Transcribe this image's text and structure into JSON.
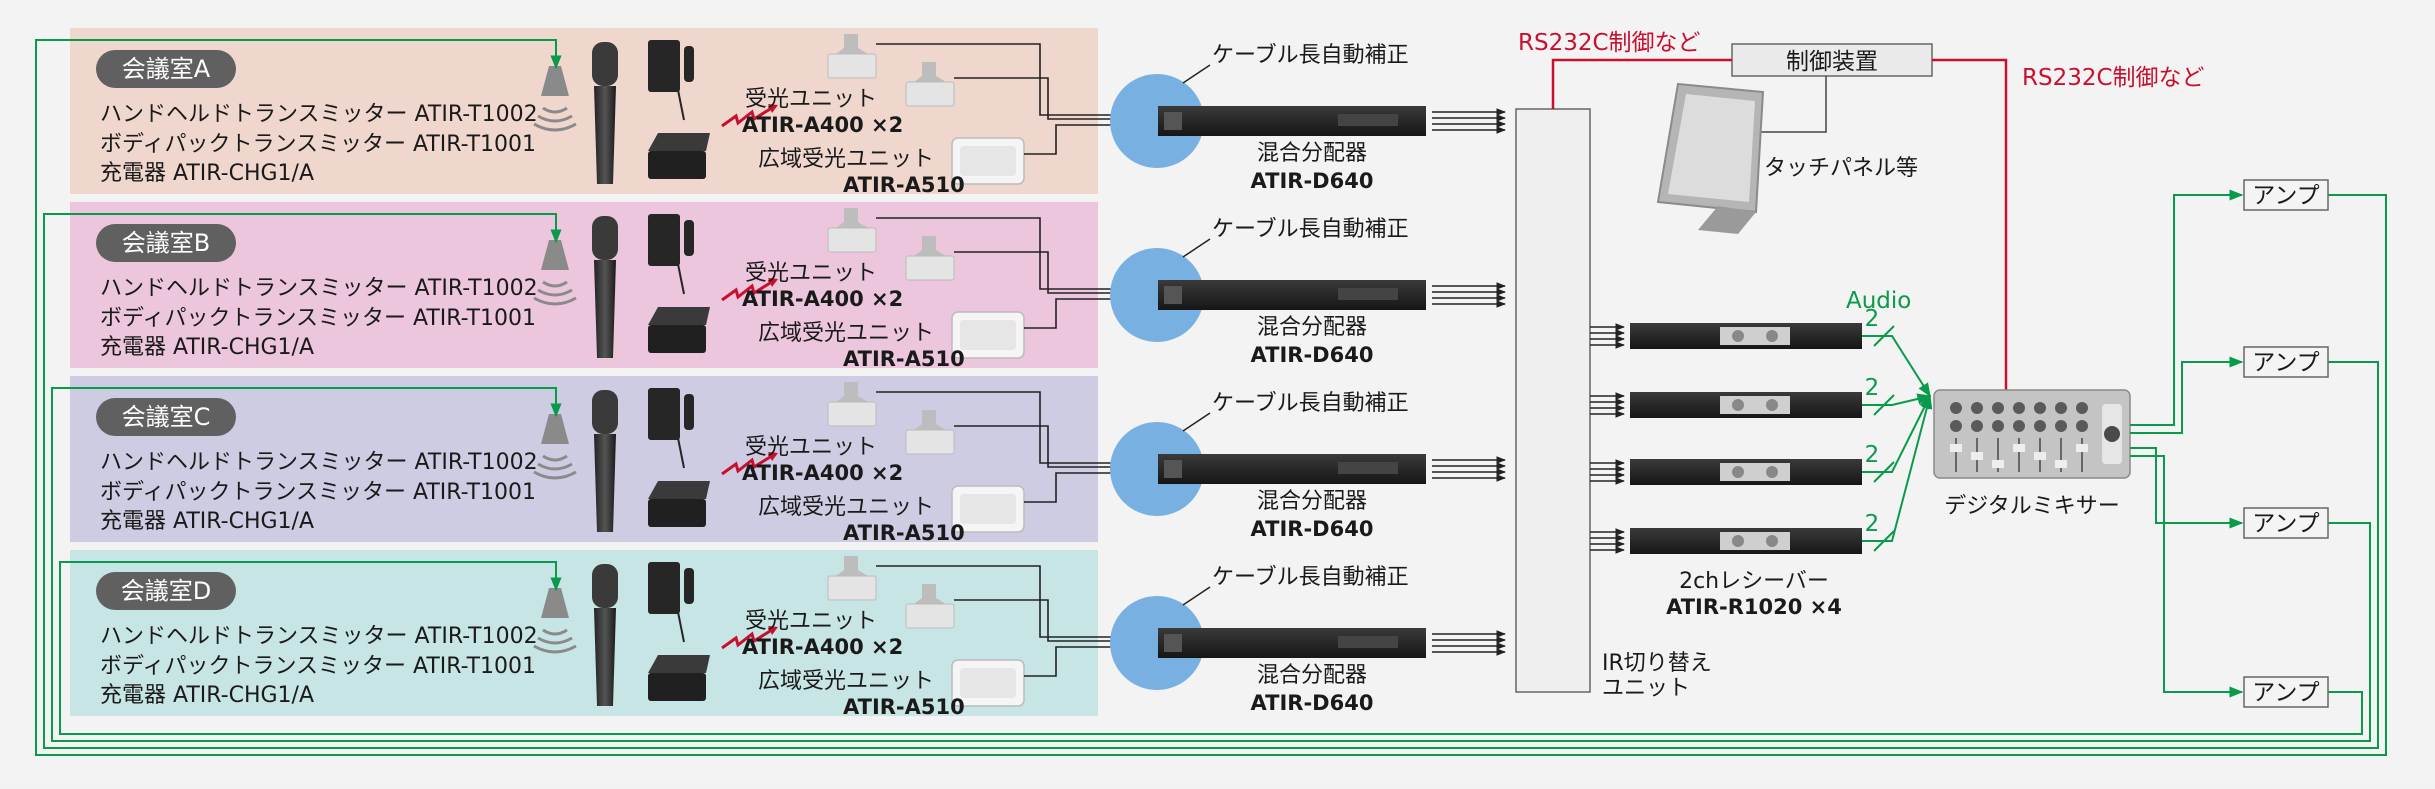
{
  "rooms": [
    {
      "name": "会議室A",
      "transmitter_handheld": "ハンドヘルドトランスミッター ATIR-T1002",
      "transmitter_bodypack": "ボディパックトランスミッター ATIR-T1001",
      "charger": "充電器 ATIR-CHG1/A",
      "receiver_unit": "受光ユニット",
      "receiver_model": "ATIR-A400 ×2",
      "wide_receiver": "広域受光ユニット",
      "wide_receiver_model": "ATIR-A510",
      "cable_comp": "ケーブル長自動補正",
      "distributor": "混合分配器",
      "distributor_model": "ATIR-D640",
      "color": "#f0d7cd"
    },
    {
      "name": "会議室B",
      "transmitter_handheld": "ハンドヘルドトランスミッター ATIR-T1002",
      "transmitter_bodypack": "ボディパックトランスミッター ATIR-T1001",
      "charger": "充電器 ATIR-CHG1/A",
      "receiver_unit": "受光ユニット",
      "receiver_model": "ATIR-A400 ×2",
      "wide_receiver": "広域受光ユニット",
      "wide_receiver_model": "ATIR-A510",
      "cable_comp": "ケーブル長自動補正",
      "distributor": "混合分配器",
      "distributor_model": "ATIR-D640",
      "color": "#ecc6dc"
    },
    {
      "name": "会議室C",
      "transmitter_handheld": "ハンドヘルドトランスミッター ATIR-T1002",
      "transmitter_bodypack": "ボディパックトランスミッター ATIR-T1001",
      "charger": "充電器 ATIR-CHG1/A",
      "receiver_unit": "受光ユニット",
      "receiver_model": "ATIR-A400 ×2",
      "wide_receiver": "広域受光ユニット",
      "wide_receiver_model": "ATIR-A510",
      "cable_comp": "ケーブル長自動補正",
      "distributor": "混合分配器",
      "distributor_model": "ATIR-D640",
      "color": "#cdcce2"
    },
    {
      "name": "会議室D",
      "transmitter_handheld": "ハンドヘルドトランスミッター ATIR-T1002",
      "transmitter_bodypack": "ボディパックトランスミッター ATIR-T1001",
      "charger": "充電器 ATIR-CHG1/A",
      "receiver_unit": "受光ユニット",
      "receiver_model": "ATIR-A400 ×2",
      "wide_receiver": "広域受光ユニット",
      "wide_receiver_model": "ATIR-A510",
      "cable_comp": "ケーブル長自動補正",
      "distributor": "混合分配器",
      "distributor_model": "ATIR-D640",
      "color": "#c7e5e4"
    }
  ],
  "ir_switch": {
    "line1": "IR切り替え",
    "line2": "ユニット"
  },
  "control": {
    "device": "制御装置",
    "rs232_left": "RS232C制御など",
    "rs232_right": "RS232C制御など",
    "touch_panel": "タッチパネル等"
  },
  "receivers": {
    "audio": "Audio",
    "channel_count": "2",
    "label": "2chレシーバー",
    "model": "ATIR-R1020 ×4"
  },
  "mixer": {
    "label": "デジタルミキサー"
  },
  "amps": [
    "アンプ",
    "アンプ",
    "アンプ",
    "アンプ"
  ],
  "colors": {
    "green": "#0a9a4c",
    "red": "#c8102e",
    "blue_circle": "#79b0e2",
    "badge": "#606060"
  },
  "icons": [
    "speaker-icon",
    "handheld-mic-icon",
    "bodypack-icon",
    "charger-icon",
    "ir-signal-icon",
    "ir-receiver-icon",
    "wide-ir-receiver-icon",
    "rack-unit-icon",
    "touch-panel-icon",
    "mixer-icon"
  ]
}
